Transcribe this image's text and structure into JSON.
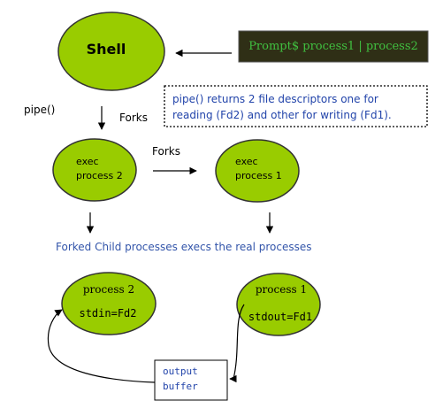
{
  "shell": {
    "title": "Shell"
  },
  "prompt": {
    "text": "Prompt$ process1 | process2",
    "background": "#2f2f16",
    "color": "#40c040"
  },
  "pipe_note": "pipe() returns 2 file descriptors one for reading (Fd2) and other for writing (Fd1).",
  "pipe_call": "pipe()",
  "forks_down": "Forks",
  "forks_right": "Forks",
  "exec_left": {
    "line1": "exec",
    "line2": "process 2"
  },
  "exec_right": {
    "line1": "exec",
    "line2": "process 1"
  },
  "caption": "Forked Child processes execs the real processes",
  "bottom_left": {
    "name": "process 2",
    "fd": "stdin=Fd2"
  },
  "bottom_right": {
    "name": "process 1",
    "fd": "stdout=Fd1"
  },
  "buffer": {
    "line1": "output",
    "line2": "buffer"
  },
  "colors": {
    "node_fill": "#99cc00",
    "node_stroke": "#333333",
    "caption_color": "#3355aa",
    "note_color": "#2244aa"
  }
}
